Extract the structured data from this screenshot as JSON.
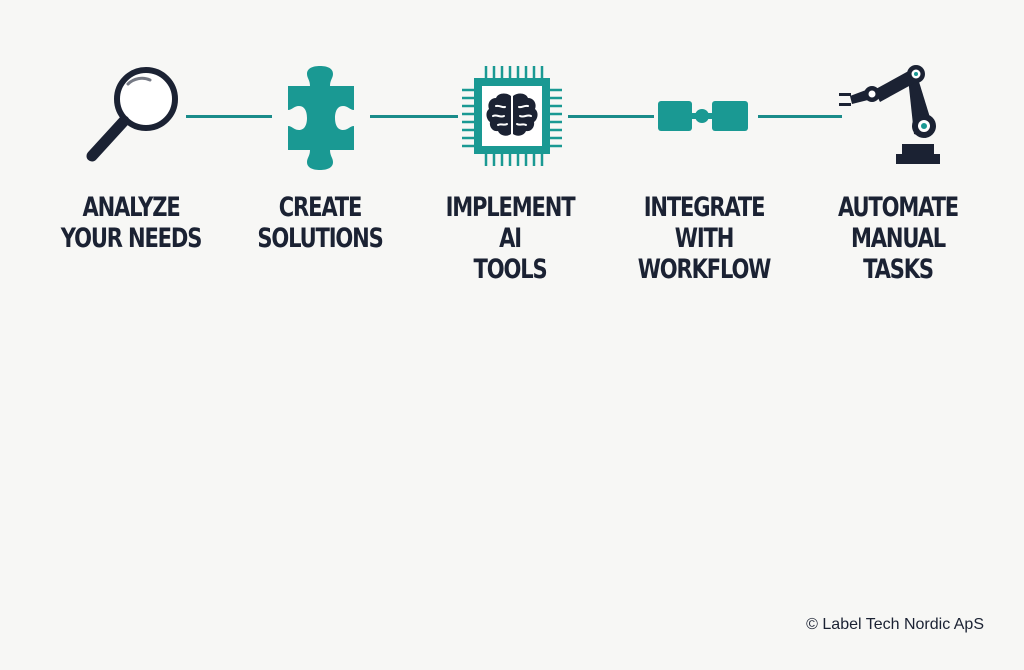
{
  "colors": {
    "teal": "#1a9993",
    "navy": "#1b2233",
    "line": "#1a8c8a",
    "background": "#f7f7f5"
  },
  "steps": [
    {
      "icon": "magnifying-glass-icon",
      "label_lines": [
        "ANALYZE",
        "YOUR NEEDS"
      ]
    },
    {
      "icon": "puzzle-piece-icon",
      "label_lines": [
        "CREATE",
        "SOLUTIONS"
      ]
    },
    {
      "icon": "ai-chip-brain-icon",
      "label_lines": [
        "IMPLEMENT AI",
        "TOOLS"
      ]
    },
    {
      "icon": "connected-blocks-icon",
      "label_lines": [
        "INTEGRATE WITH",
        "WORKFLOW"
      ]
    },
    {
      "icon": "robotic-arm-icon",
      "label_lines": [
        "AUTOMATE",
        "MANUAL",
        "TASKS"
      ]
    }
  ],
  "footer": {
    "copyright": "© Label Tech Nordic ApS"
  }
}
